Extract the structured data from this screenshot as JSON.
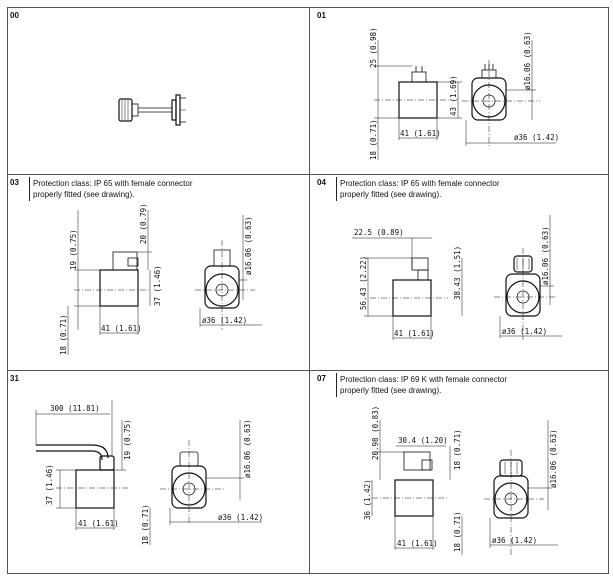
{
  "cells": [
    {
      "id": "00",
      "code": "00",
      "note": []
    },
    {
      "id": "01",
      "code": "01",
      "note": []
    },
    {
      "id": "03",
      "code": "03",
      "note": [
        "Protection class: IP 65 with female connector",
        "properly fitted (see drawing)."
      ]
    },
    {
      "id": "04",
      "code": "04",
      "note": [
        "Protection class: IP 65 with female connector",
        "properly fitted (see drawing)."
      ]
    },
    {
      "id": "31",
      "code": "31",
      "note": []
    },
    {
      "id": "07",
      "code": "07",
      "note": [
        "Protection class:  IP 69 K with female connector",
        "properly fitted (see drawing)."
      ]
    }
  ],
  "dims": {
    "c01": {
      "h25": "25 (0.98)",
      "h43": "43 (1.69)",
      "h18": "18 (0.71)",
      "w41": "41 (1.61)",
      "d1606": "ø16.06 (0.63)",
      "d36": "ø36 (1.42)"
    },
    "c03": {
      "h20": "20 (0.79)",
      "h19": "19 (0.75)",
      "h37": "37 (1.46)",
      "h18": "18 (0.71)",
      "w41": "41 (1.61)",
      "d1606": "ø16.06 (0.63)",
      "d36": "ø36 (1.42)"
    },
    "c04": {
      "w225": "22.5 (0.89)",
      "h5643": "56.43 (2.22)",
      "h3843": "38.43 (1.51)",
      "w41": "41 (1.61)",
      "d1606": "ø16.06 (0.63)",
      "d36": "ø36 (1.42)"
    },
    "c31": {
      "w300": "300 (11.81)",
      "h19": "19 (0.75)",
      "h37": "37 (1.46)",
      "h18": "18 (0.71)",
      "w41": "41 (1.61)",
      "d1606": "ø16.06 (0.63)",
      "d36": "ø36 (1.42)"
    },
    "c07": {
      "h2098": "20.98 (0.83)",
      "w304": "30.4 (1.20)",
      "h18a": "18 (0.71)",
      "h36": "36 (1.42)",
      "h18b": "18 (0.71)",
      "w41": "41 (1.61)",
      "d1606": "ø16.06 (0.63)",
      "d36": "ø36 (1.42)"
    }
  }
}
